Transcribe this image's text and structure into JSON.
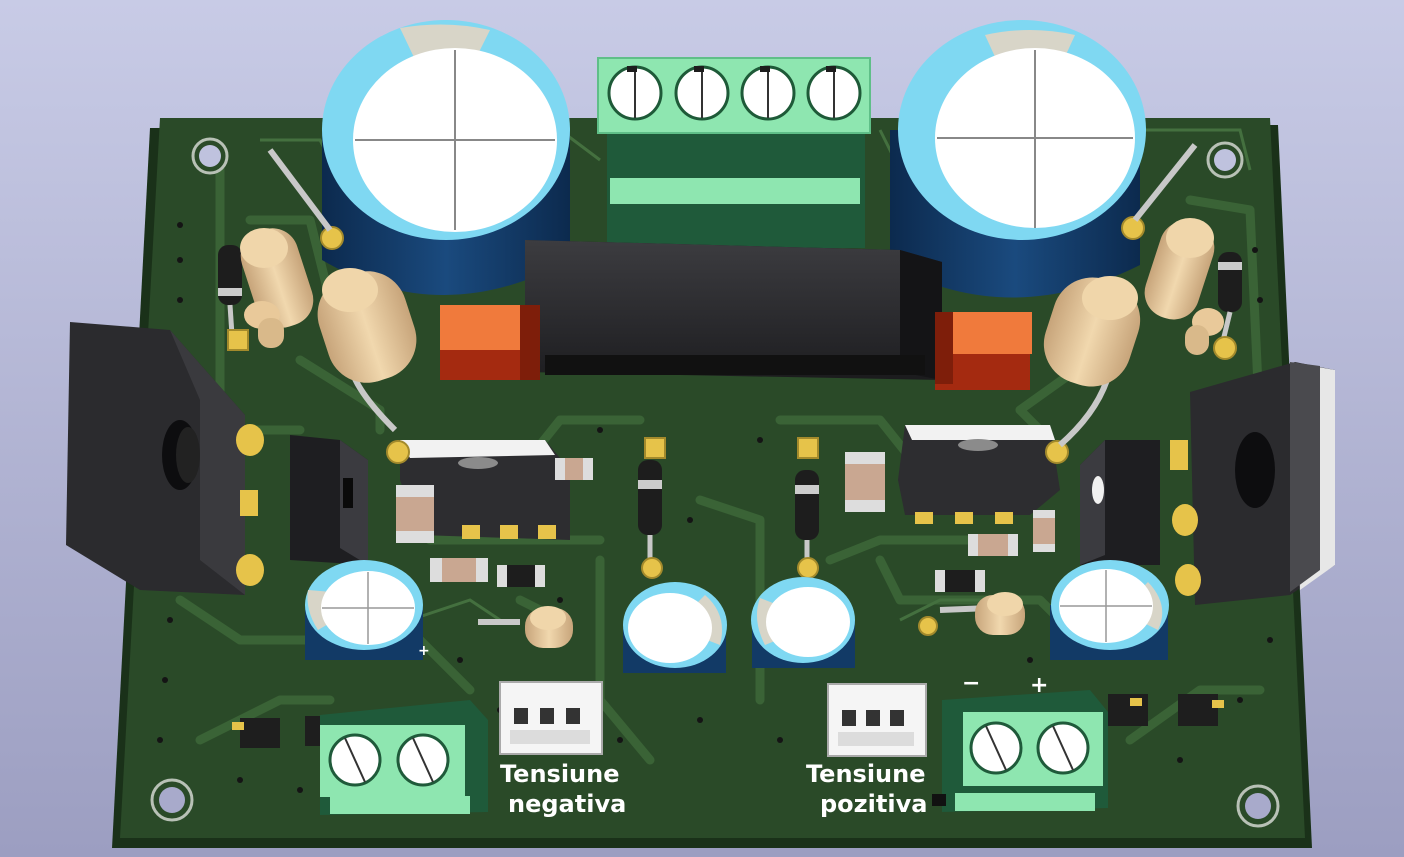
{
  "colors": {
    "background_top": "#c3c6e2",
    "background_bottom": "#9a9cbf",
    "pcb": "#2a4a28",
    "pcb_edge": "#1b321a",
    "trace": "#355a32",
    "pad": "#e6c34a",
    "silkscreen": "#ffffff",
    "cap_sleeve": "#7fd8f2",
    "cap_body": "#123a66",
    "terminal": "#8ee6b0",
    "resistor": "#e9c99a",
    "ic": "#2f2f32",
    "smd_orange": "#f07a3c"
  },
  "labels": {
    "left_connector_line1": "Tensiune",
    "left_connector_line2": "negativa",
    "right_connector_line1": "Tensiune",
    "right_connector_line2": "pozitiva",
    "minus": "−",
    "plus": "+",
    "cap_plus": "+"
  }
}
